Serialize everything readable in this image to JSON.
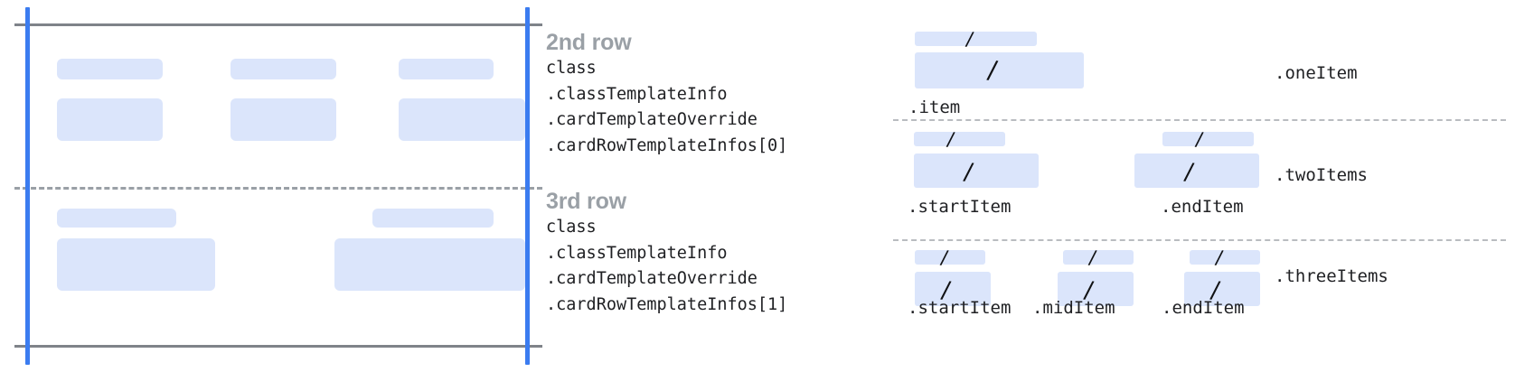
{
  "card_mock": {
    "name": "card-row-template-mock",
    "colors": {
      "placeholder": "#dbe5fb",
      "guide_line": "#3b7cf0",
      "rule": "#7f8389",
      "dashed_rule": "#9aa0a6"
    },
    "rows": [
      {
        "name": "second-row",
        "columns": [
          {
            "label_bar": true,
            "body_bar": true
          },
          {
            "label_bar": true,
            "body_bar": true
          },
          {
            "label_bar": true,
            "body_bar": true
          }
        ]
      },
      {
        "name": "third-row",
        "columns": [
          {
            "label_bar": true,
            "body_bar": true
          },
          {
            "label_bar": true,
            "body_bar": true
          }
        ]
      }
    ]
  },
  "annotations": [
    {
      "title": "2nd row",
      "code": "class\n.classTemplateInfo\n.cardTemplateOverride\n.cardRowTemplateInfos[0]"
    },
    {
      "title": "3rd row",
      "code": "class\n.classTemplateInfo\n.cardTemplateOverride\n.cardRowTemplateInfos[1]"
    }
  ],
  "variants": [
    {
      "name": ".oneItem",
      "slots": [
        {
          "caption": ".item",
          "glyph": "/"
        }
      ]
    },
    {
      "name": ".twoItems",
      "slots": [
        {
          "caption": ".startItem",
          "glyph": "/"
        },
        {
          "caption": ".endItem",
          "glyph": "/"
        }
      ]
    },
    {
      "name": ".threeItems",
      "slots": [
        {
          "caption": ".startItem",
          "glyph": "/"
        },
        {
          "caption": ".midItem",
          "glyph": "/"
        },
        {
          "caption": ".endItem",
          "glyph": "/"
        }
      ]
    }
  ]
}
